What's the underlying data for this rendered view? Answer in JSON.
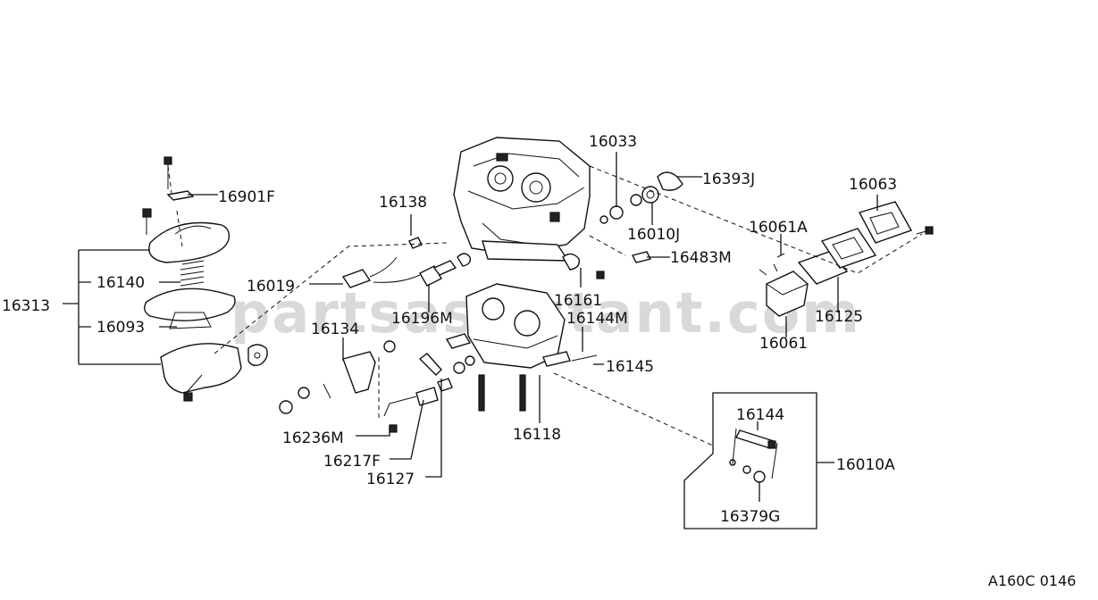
{
  "watermark": "partsassistant.com",
  "drawing_code": "A160C 0146",
  "labels": {
    "p16033": "16033",
    "p16393J": "16393J",
    "p16063": "16063",
    "p16901F": "16901F",
    "p16138": "16138",
    "p16010J": "16010J",
    "p16061A": "16061A",
    "p16483M": "16483M",
    "p16313": "16313",
    "p16140": "16140",
    "p16019": "16019",
    "p16161": "16161",
    "p16125": "16125",
    "p16093": "16093",
    "p16196M": "16196M",
    "p16144M": "16144M",
    "p16061": "16061",
    "p16134": "16134",
    "p16145": "16145",
    "p16144": "16144",
    "p16236M": "16236M",
    "p16118": "16118",
    "p16217F": "16217F",
    "p16010A": "16010A",
    "p16127": "16127",
    "p16379G": "16379G"
  }
}
